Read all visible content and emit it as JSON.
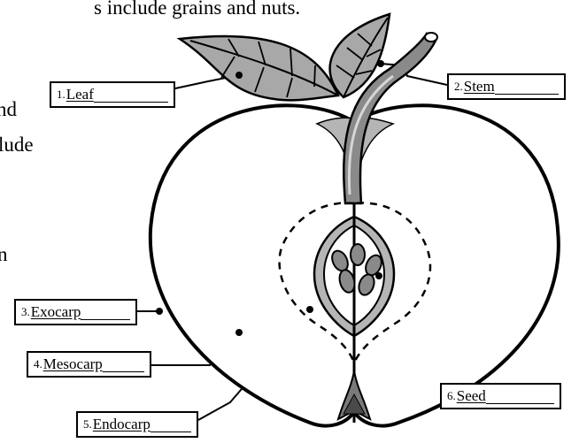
{
  "text_fragments": {
    "top": "s include grains and nuts.",
    "line_nd": "nd",
    "line_lude": "lude",
    "line_n": "n"
  },
  "labels": {
    "leaf": {
      "number": "1.",
      "word": "Leaf"
    },
    "stem": {
      "number": "2.",
      "word": "Stem"
    },
    "exocarp": {
      "number": "3.",
      "word": "Exocarp"
    },
    "mesocarp": {
      "number": "4.",
      "word": "Mesocarp"
    },
    "endocarp": {
      "number": "5.",
      "word": "Endocarp"
    },
    "seed": {
      "number": "6.",
      "word": "Seed"
    }
  }
}
